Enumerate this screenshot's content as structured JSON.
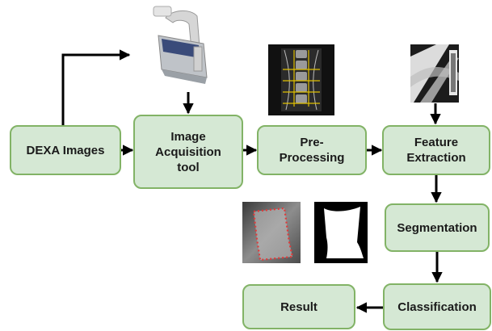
{
  "nodes": {
    "dexa": "DEXA Images",
    "acquisition": "Image\nAcquisition\ntool",
    "preprocessing": "Pre-\nProcessing",
    "feature": "Feature\nExtraction",
    "segmentation": "Segmentation",
    "classification": "Classification",
    "result": "Result"
  },
  "colors": {
    "node_fill": "#d5e8d4",
    "node_border": "#82b366",
    "arrow": "#000000"
  },
  "icons": [
    "dexa-scanner-icon",
    "spine-xray-icon",
    "bone-feature-xray-icon",
    "vertebra-contour-icon",
    "segmentation-mask-icon"
  ]
}
